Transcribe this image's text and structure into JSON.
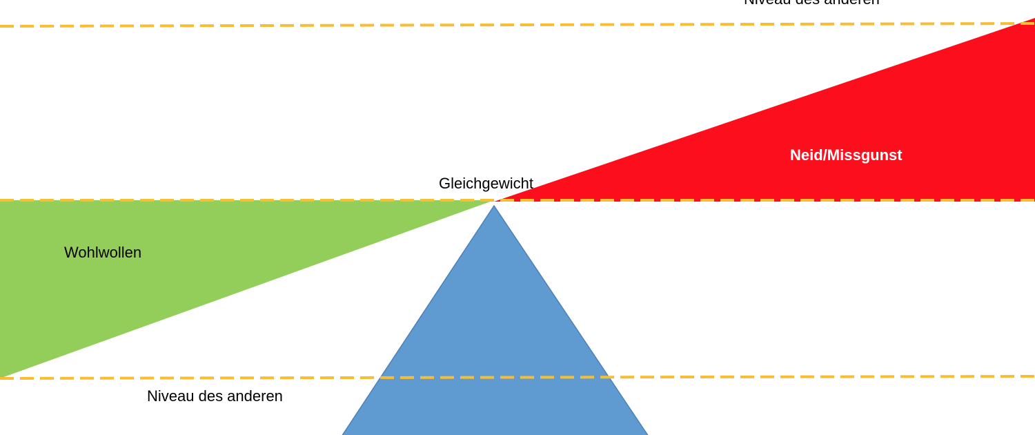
{
  "labels": {
    "top_level": "Niveau des anderen",
    "balance": "Gleichgewicht",
    "envy": "Neid/Missgunst",
    "goodwill": "Wohlwollen",
    "bottom_level": "Niveau des anderen"
  },
  "colors": {
    "envy_fill": "#fc0e1c",
    "envy_text": "#ffffff",
    "goodwill_fill": "#93cd5a",
    "fulcrum_fill": "#5f9bd1",
    "fulcrum_stroke": "#4a81b8",
    "level_line": "#f7bd35",
    "text": "#000000"
  }
}
